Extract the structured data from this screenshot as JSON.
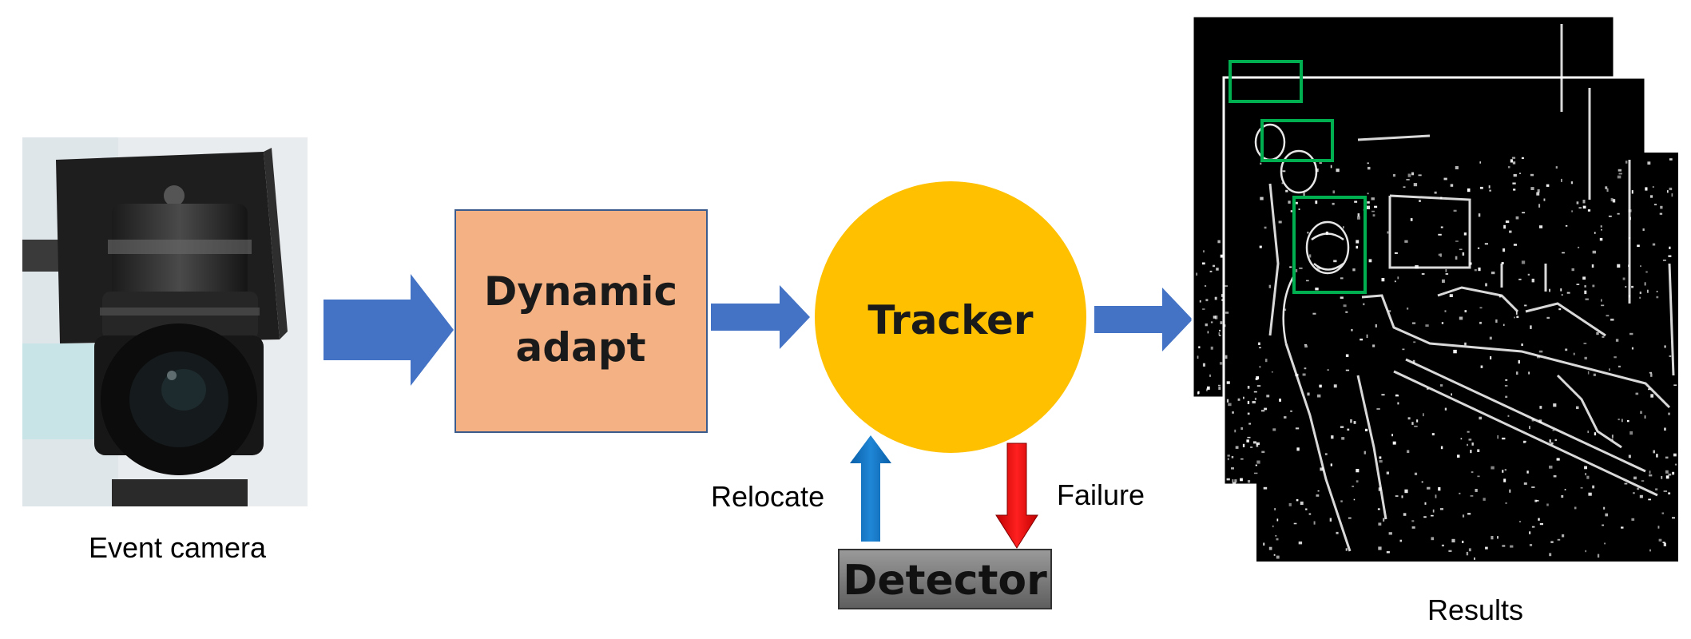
{
  "captions": {
    "event_camera": "Event camera",
    "results": "Results",
    "relocate": "Relocate",
    "failure": "Failure"
  },
  "nodes": {
    "dynamic_adapt": [
      "Dynamic",
      "adapt"
    ],
    "tracker": "Tracker",
    "detector": "Detector"
  },
  "colors": {
    "flow_arrow": "#4472c4",
    "dynamic_adapt_fill": "#f4b183",
    "tracker_fill": "#ffc000",
    "detector_fill": "#7f7f7f",
    "relocate_arrow": "#0070c0",
    "failure_arrow": "#ff0000",
    "tracking_box": "#00b050"
  }
}
